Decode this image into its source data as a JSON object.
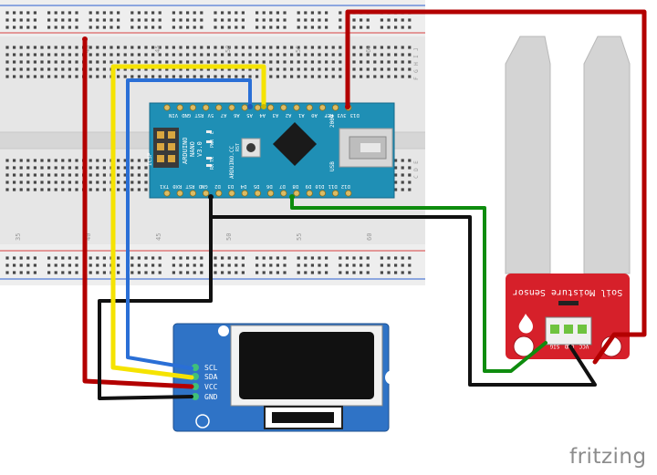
{
  "breadboard": {
    "column_numbers_top": [
      "40",
      "45",
      "50",
      "55",
      "60"
    ],
    "column_numbers_bottom": [
      "35",
      "40",
      "45",
      "50",
      "55",
      "60"
    ],
    "row_letters_right_top": [
      "J",
      "I",
      "H",
      "G",
      "F"
    ],
    "row_letters_right_bottom": [
      "E",
      "D",
      "C"
    ]
  },
  "arduino": {
    "title_line1": "ARDUINO",
    "title_line2": "NANO",
    "title_line3": "V3.0",
    "brand": "ARDUINO.CC",
    "year": "2009",
    "usb_label": "USB",
    "icsp_label": "ICSP",
    "pwr_label": "PWR",
    "rst_label": "RST",
    "l_label": "L",
    "tx_label": "TX",
    "rx_label": "RX",
    "top_pins": [
      "VIN",
      "GND",
      "RST",
      "5V",
      "A7",
      "A6",
      "A5",
      "A4",
      "A3",
      "A2",
      "A1",
      "A0",
      "REF",
      "3V3",
      "D13"
    ],
    "bottom_pins": [
      "TX1",
      "RX0",
      "RST",
      "GND",
      "D2",
      "D3",
      "D4",
      "D5",
      "D6",
      "D7",
      "D8",
      "D9",
      "D10",
      "D11",
      "D12"
    ]
  },
  "oled": {
    "pins": [
      "SCL",
      "SDA",
      "VCC",
      "GND"
    ]
  },
  "sensor": {
    "title": "Soil Moisture Sensor",
    "pins": [
      "VCC",
      "GND",
      "SIG"
    ]
  },
  "wire_colors": {
    "red": "#cc0000",
    "black": "#222222",
    "yellow": "#f5e300",
    "blue": "#2a6fd6",
    "green": "#1bb21b"
  },
  "logo": "fritzing"
}
